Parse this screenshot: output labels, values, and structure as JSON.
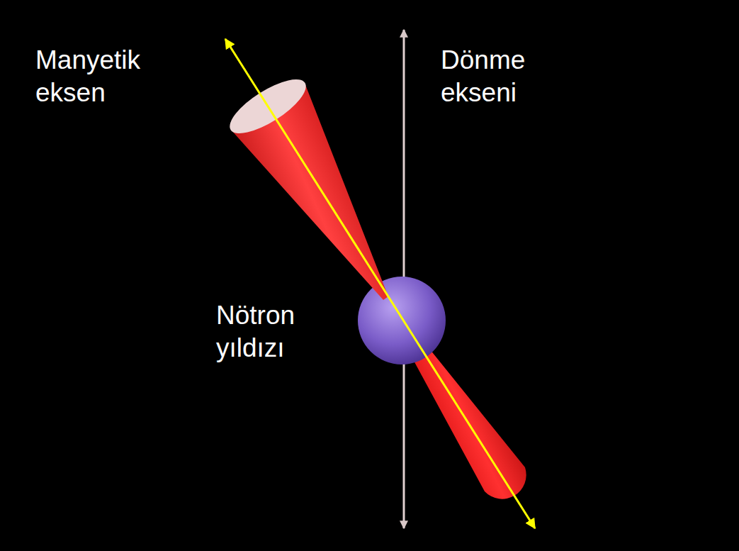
{
  "diagram": {
    "labels": [
      "Manyetik eksen",
      "Dönme ekseni",
      "Nötron yıldızı"
    ]
  }
}
